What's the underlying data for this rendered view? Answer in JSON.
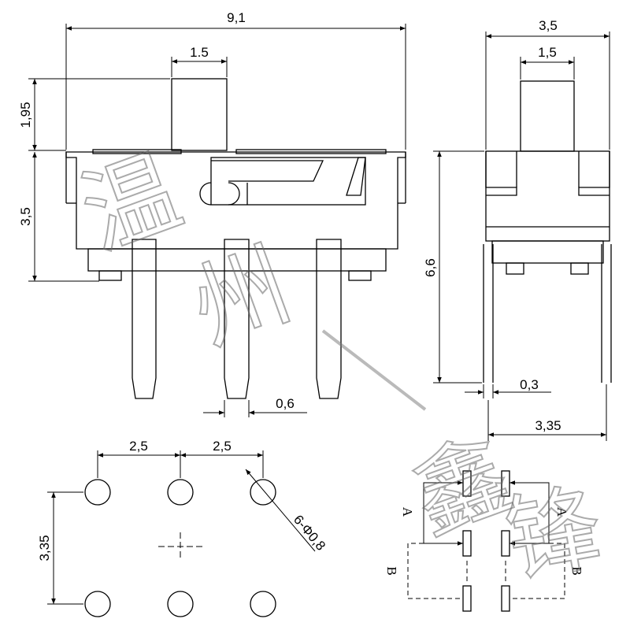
{
  "dimensions": {
    "total_width": "9,1",
    "actuator_width_front": "1.5",
    "actuator_height": "1,95",
    "body_height": "3,5",
    "pin_width": "0,6",
    "side_width": "3,5",
    "actuator_width_side": "1,5",
    "total_height": "6,6",
    "pin_thickness": "0,3",
    "pin_offset": "3,35",
    "pitch_left": "2,5",
    "pitch_right": "2,5",
    "row_spacing": "3,35",
    "hole_spec": "6-Φ0,8"
  },
  "schematic": {
    "label_a_left": "A",
    "label_a_right": "A",
    "label_b_left": "B",
    "label_b_right": "B"
  },
  "watermark": {
    "chars": [
      "温",
      "州",
      "鑫",
      "锋"
    ]
  }
}
